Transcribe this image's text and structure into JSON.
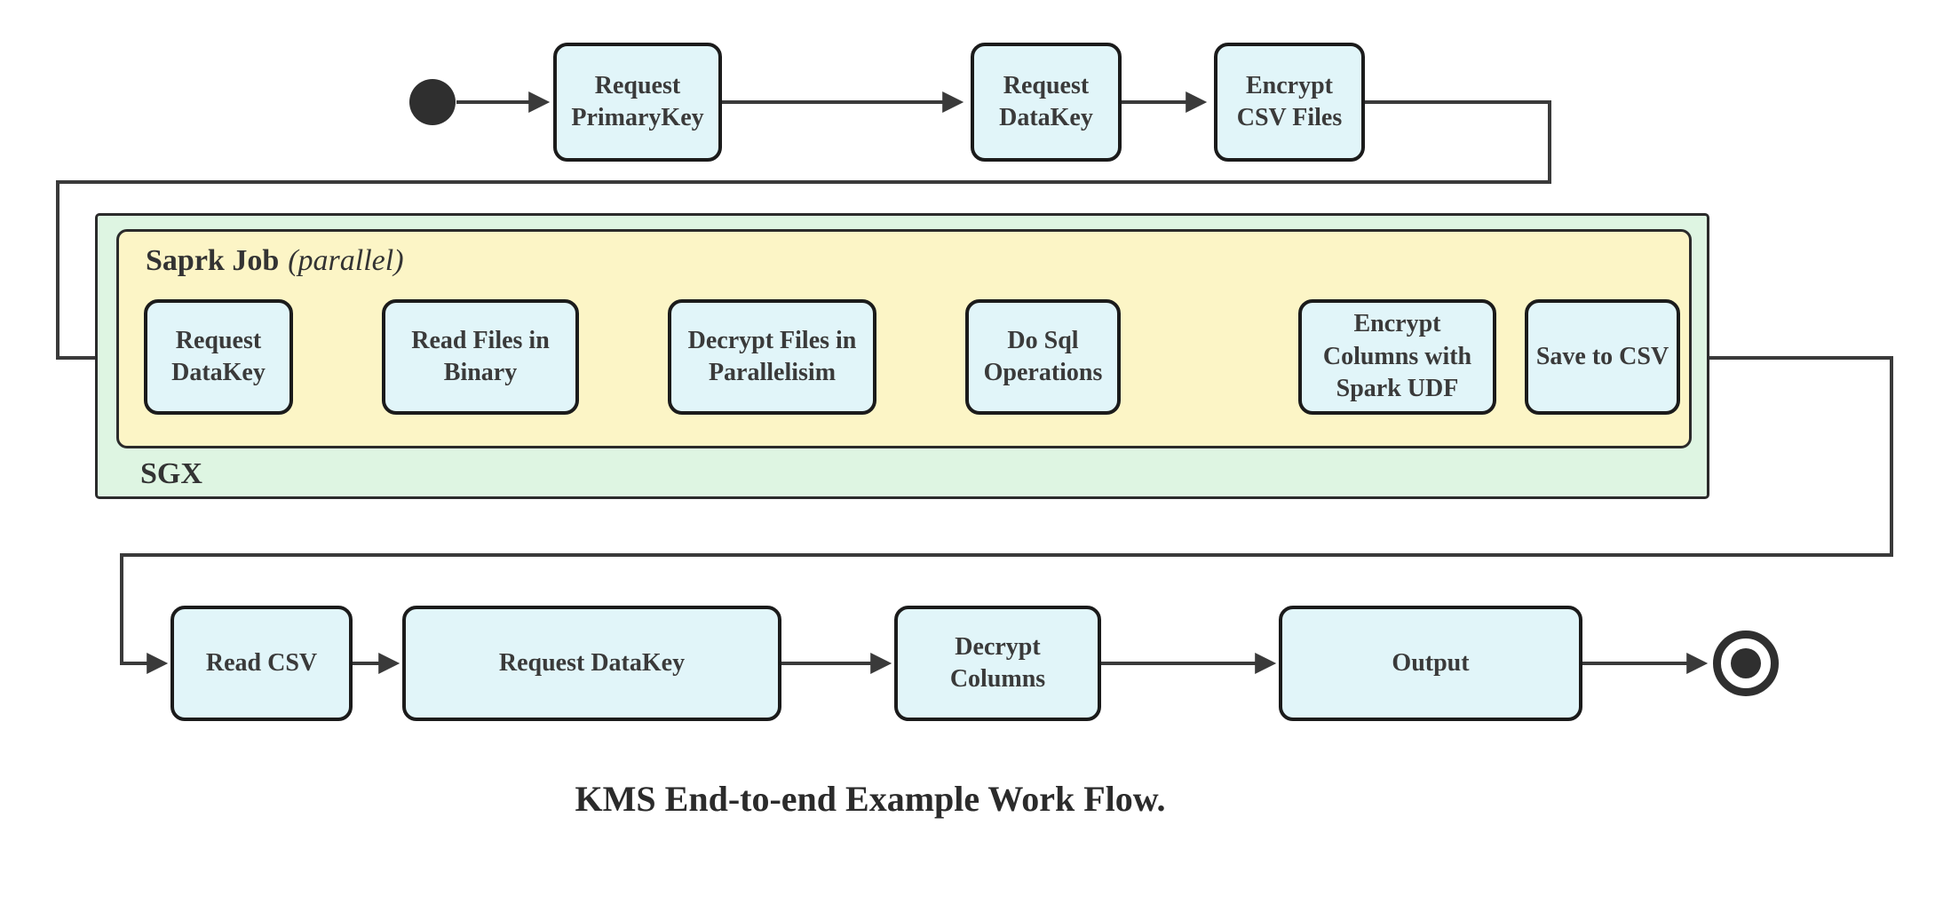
{
  "caption": "KMS End-to-end Example Work Flow.",
  "containers": {
    "sgx_label": "SGX",
    "spark_job_label": "Saprk Job",
    "spark_job_modifier": "(parallel)"
  },
  "nodes": {
    "top_row": [
      "Request PrimaryKey",
      "Request DataKey",
      "Encrypt CSV Files"
    ],
    "spark_row": [
      "Request DataKey",
      "Read Files in Binary",
      "Decrypt Files in Parallelisim",
      "Do Sql Operations",
      "Encrypt Columns with Spark UDF",
      "Save to CSV"
    ],
    "bottom_row": [
      "Read CSV",
      "Request DataKey",
      "Decrypt Columns",
      "Output"
    ]
  },
  "colors": {
    "state_fill": "#e1f5f9",
    "sgx_fill": "#def5e2",
    "spark_fill": "#fcf5c6",
    "edge": "#3a3a3a",
    "node_border": "#1b1b1b"
  }
}
